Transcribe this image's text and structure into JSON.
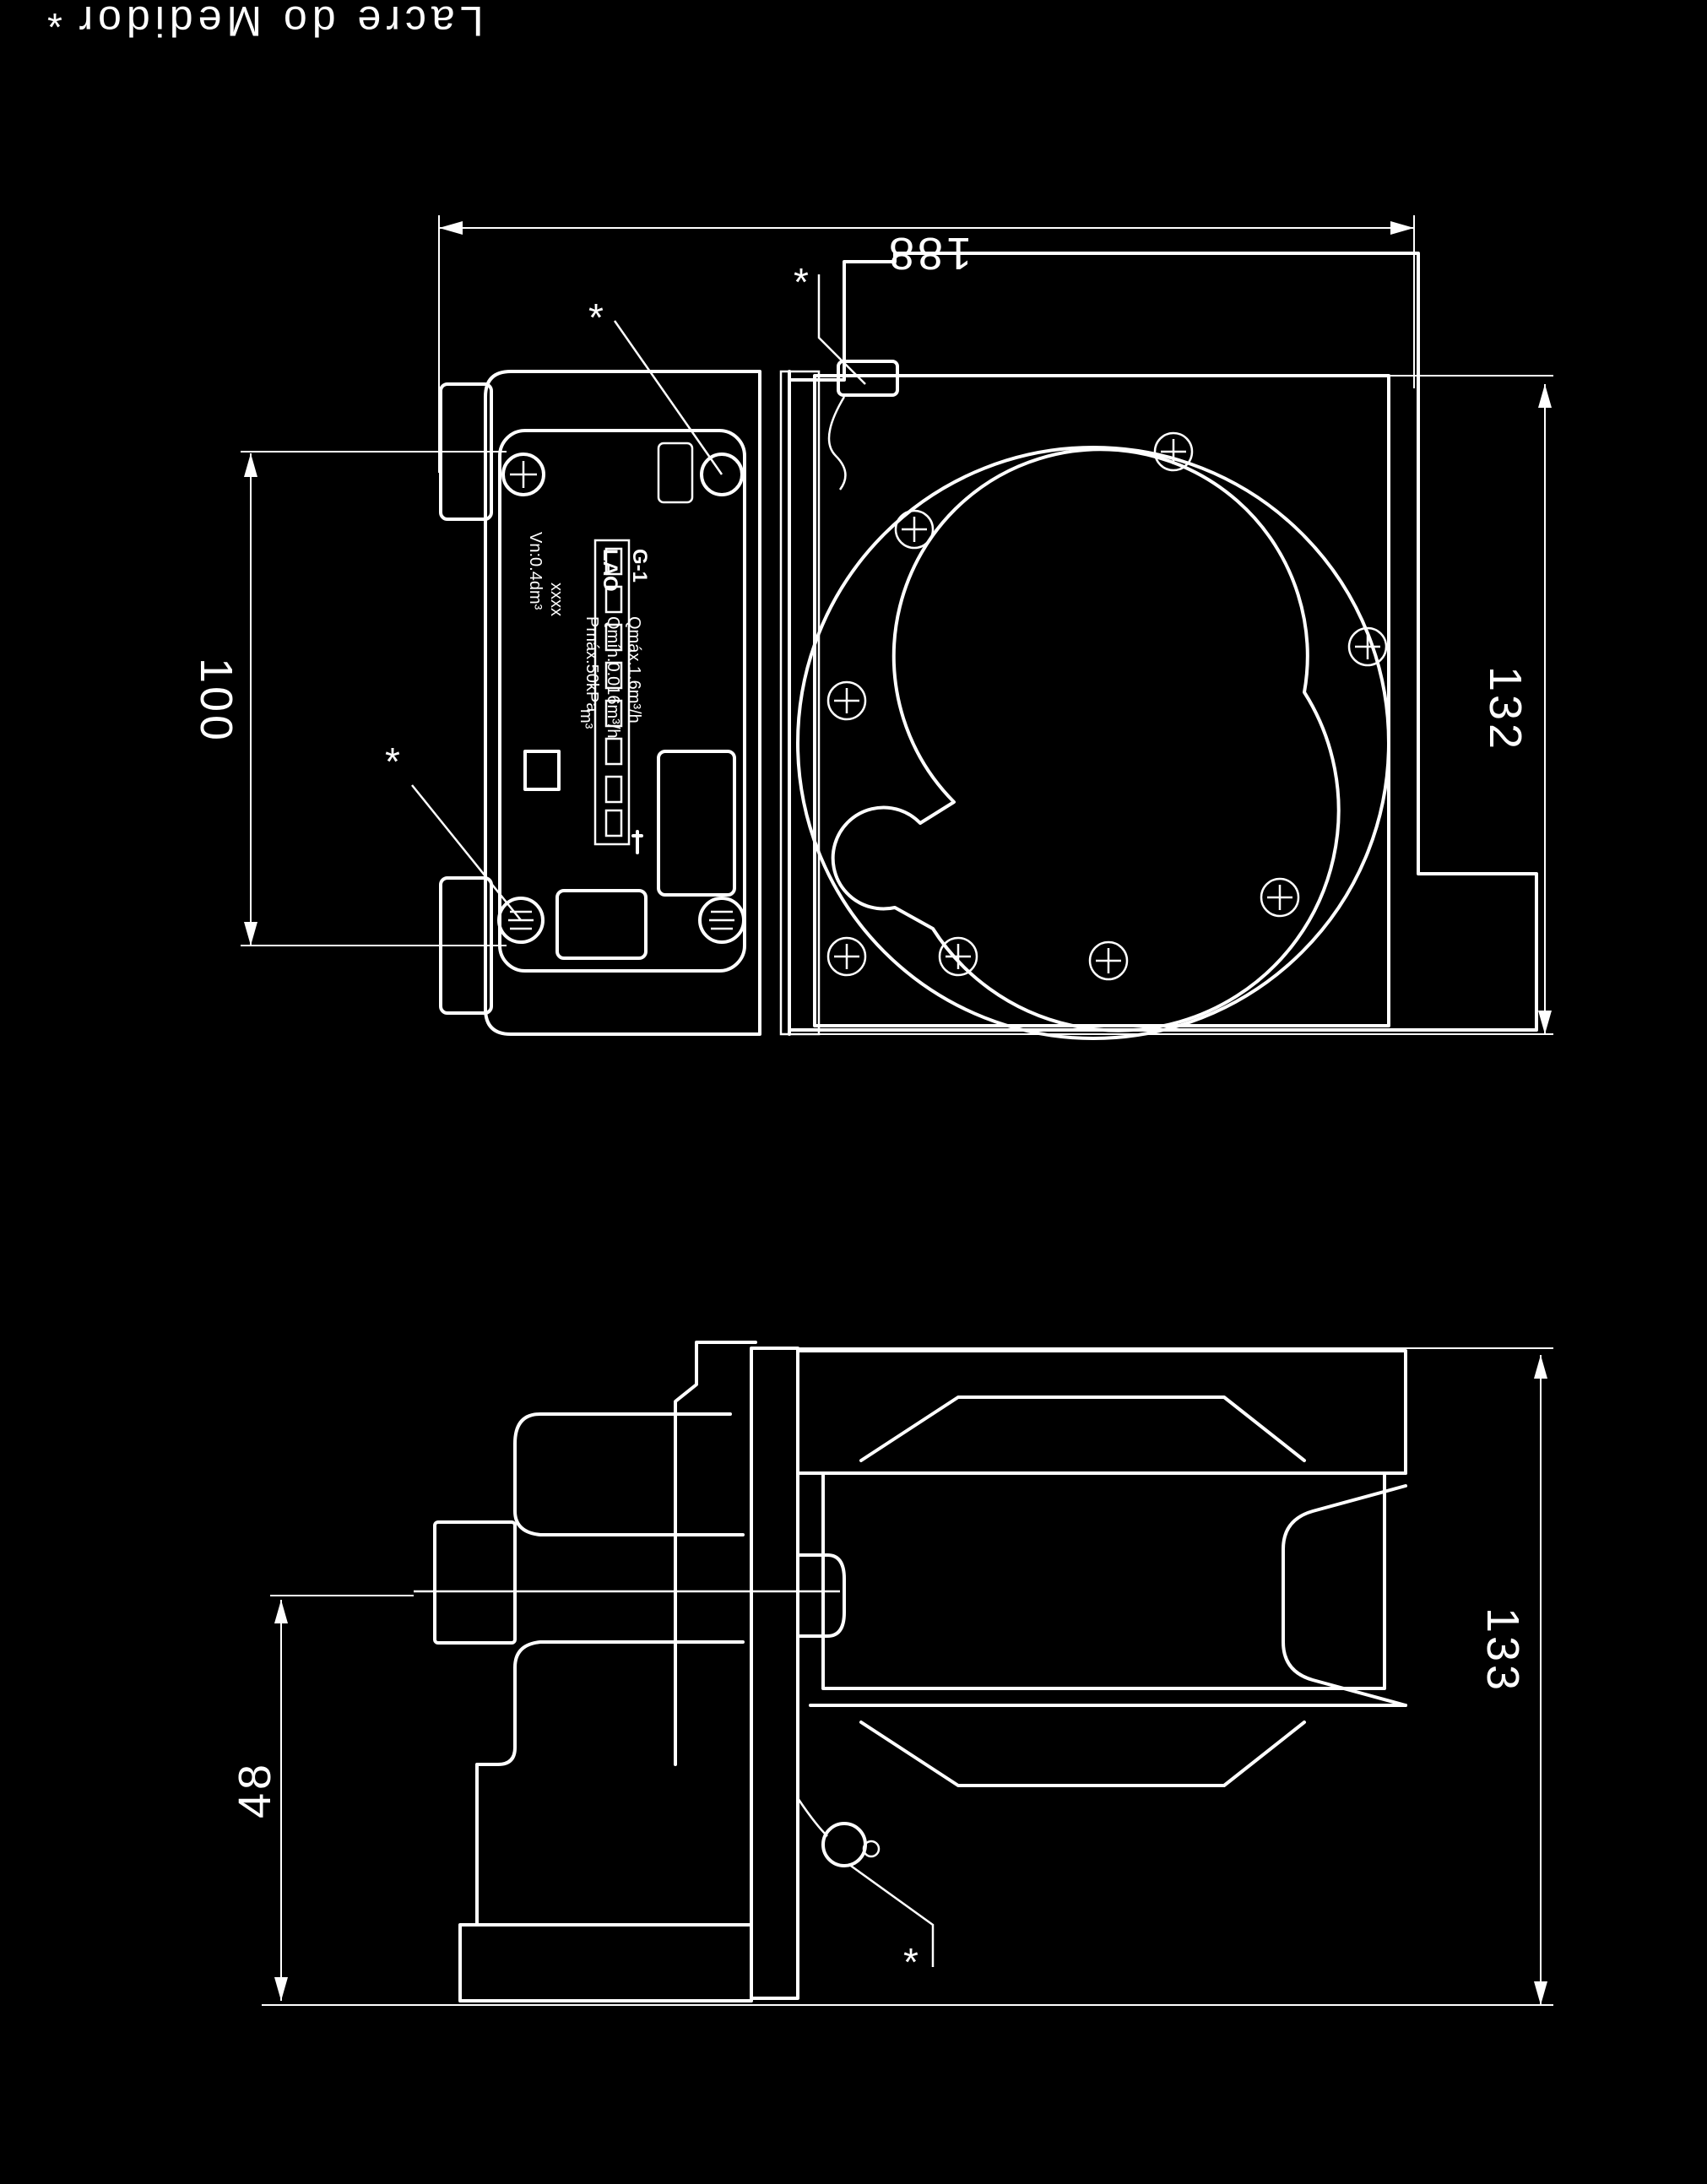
{
  "title": "Lacre do Medidor",
  "seal_marker": "*",
  "colors": {
    "background": "#000000",
    "line": "#ffffff"
  },
  "dimensions": {
    "front_width": "188",
    "front_height": "132",
    "front_center": "100",
    "side_height": "133",
    "side_offset": "48"
  },
  "nameplate": {
    "model": "Vn:0.4dm³",
    "code": "xxxx",
    "unit": "m³",
    "qmax": "Qmáx.1.6m³/h",
    "qmin": "Qmín.0.016m³/h",
    "pmax": "Pmáx.50kPa",
    "class": "G-1",
    "maker": "LAO"
  }
}
